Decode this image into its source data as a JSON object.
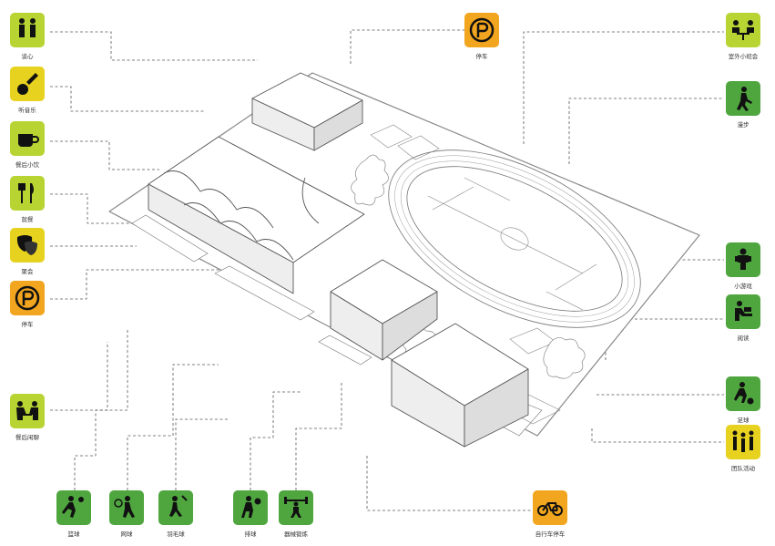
{
  "colors": {
    "yellow": "#e7d21f",
    "yellow_green": "#b7d433",
    "green": "#4fa63f",
    "orange": "#f2a51e",
    "line": "#555555"
  },
  "legend_icons": [
    {
      "id": "chat",
      "label": "谈心",
      "icon": "two-people-icon",
      "color": "yellow_green"
    },
    {
      "id": "music",
      "label": "听音乐",
      "icon": "guitar-icon",
      "color": "yellow"
    },
    {
      "id": "snack",
      "label": "餐后小饮",
      "icon": "coffee-cup-icon",
      "color": "yellow_green"
    },
    {
      "id": "dine",
      "label": "就餐",
      "icon": "fork-knife-icon",
      "color": "yellow_green"
    },
    {
      "id": "party",
      "label": "聚会",
      "icon": "theater-masks-icon",
      "color": "yellow"
    },
    {
      "id": "parking-left",
      "label": "停车",
      "icon": "parking-icon",
      "color": "orange"
    },
    {
      "id": "dinner-chat",
      "label": "餐后闲聊",
      "icon": "chatting-people-icon",
      "color": "yellow_green"
    },
    {
      "id": "basketball",
      "label": "篮球",
      "icon": "basketball-player-icon",
      "color": "green"
    },
    {
      "id": "tennis",
      "label": "网球",
      "icon": "tennis-player-icon",
      "color": "green"
    },
    {
      "id": "badminton",
      "label": "羽毛球",
      "icon": "badminton-player-icon",
      "color": "green"
    },
    {
      "id": "volleyball",
      "label": "排球",
      "icon": "volleyball-player-icon",
      "color": "green"
    },
    {
      "id": "fitness",
      "label": "器械锻炼",
      "icon": "weightlifting-icon",
      "color": "green"
    },
    {
      "id": "bike",
      "label": "自行车停车",
      "icon": "bicycle-icon",
      "color": "orange"
    },
    {
      "id": "team",
      "label": "团队活动",
      "icon": "team-activity-icon",
      "color": "yellow"
    },
    {
      "id": "soccer",
      "label": "足球",
      "icon": "soccer-player-icon",
      "color": "green"
    },
    {
      "id": "reading",
      "label": "阅读",
      "icon": "reading-icon",
      "color": "green"
    },
    {
      "id": "games",
      "label": "小游戏",
      "icon": "game-player-icon",
      "color": "green"
    },
    {
      "id": "walk",
      "label": "漫步",
      "icon": "walking-icon",
      "color": "green"
    },
    {
      "id": "meeting",
      "label": "室外小班会",
      "icon": "meeting-table-icon",
      "color": "yellow_green"
    },
    {
      "id": "parking-top",
      "label": "停车",
      "icon": "parking-icon",
      "color": "orange"
    }
  ]
}
